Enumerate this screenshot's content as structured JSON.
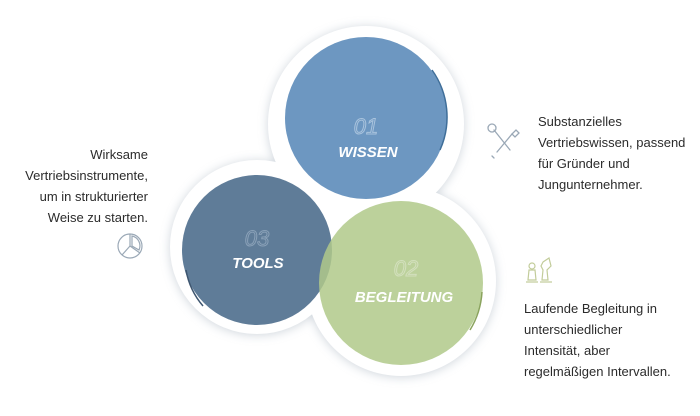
{
  "circles": [
    {
      "number": "01",
      "label": "WISSEN",
      "color": "#6d97c1"
    },
    {
      "number": "02",
      "label": "BEGLEITUNG",
      "color": "#b0c98a"
    },
    {
      "number": "03",
      "label": "TOOLS",
      "color": "#5a7895"
    }
  ],
  "descriptions": {
    "left": "Wirksame\nVertriebsinstrumente,\num in strukturierter\nWeise zu starten.",
    "right_top": "Substanzielles\nVertriebswissen, passend\nfür Gründer und\nJungunternehmer.",
    "right_bottom": "Laufende Begleitung in\nunterschiedlicher\nIntensität, aber\nregelmäßigen Intervallen."
  },
  "icons": {
    "tools": "pie-chart-icon",
    "wissen": "wrench-screwdriver-icon",
    "begleitung": "chess-pieces-icon"
  },
  "colors": {
    "outline_icon": "#9aa8b6",
    "chess_icon": "#c2cc9a",
    "halo": "#ffffff",
    "shadow": "#d5dbe1"
  }
}
